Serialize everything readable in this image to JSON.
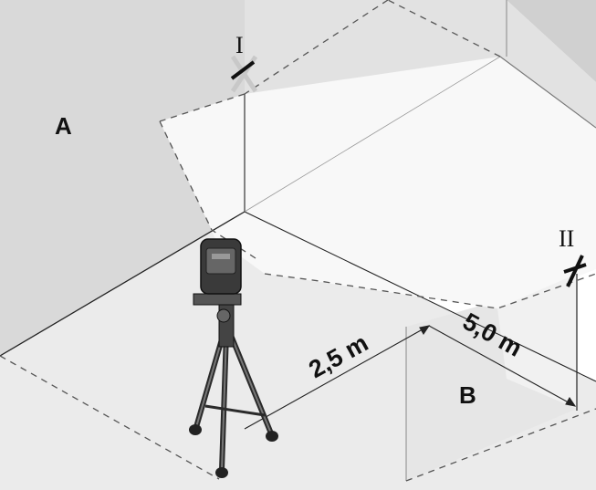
{
  "labels": {
    "wall_a": "A",
    "wall_b": "B",
    "point_1": "I",
    "point_2": "II",
    "distance_near": "2,5 m",
    "distance_far": "5,0 m"
  },
  "colors": {
    "wall_dark": "#d6d6d6",
    "wall_light": "#e4e4e4",
    "floor": "#ececec",
    "laser_plane": "#f7f7f7",
    "line": "#222222",
    "tripod": "#2a2a2a"
  }
}
